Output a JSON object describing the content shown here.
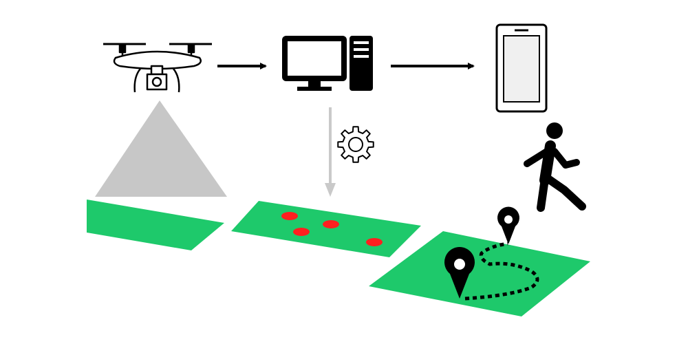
{
  "colors": {
    "background": "#ffffff",
    "field_green": "#1ec96b",
    "ink": "#000000",
    "scan_cone": "#c7c7c7",
    "process_arrow": "#c9c9c9",
    "detection_marker": "#ff1f1f",
    "phone_screen": "#f0f0f0"
  },
  "icons": {
    "drone": "drone-camera-icon",
    "computer": "desktop-computer-icon",
    "phone": "smartphone-icon",
    "processing": "gear-icon",
    "walker": "walking-person-icon",
    "start_pin": "map-pin-icon",
    "end_pin": "map-pin-icon"
  },
  "flow": {
    "steps": [
      "drone",
      "computer",
      "phone"
    ],
    "detected_markers_count": 4
  }
}
